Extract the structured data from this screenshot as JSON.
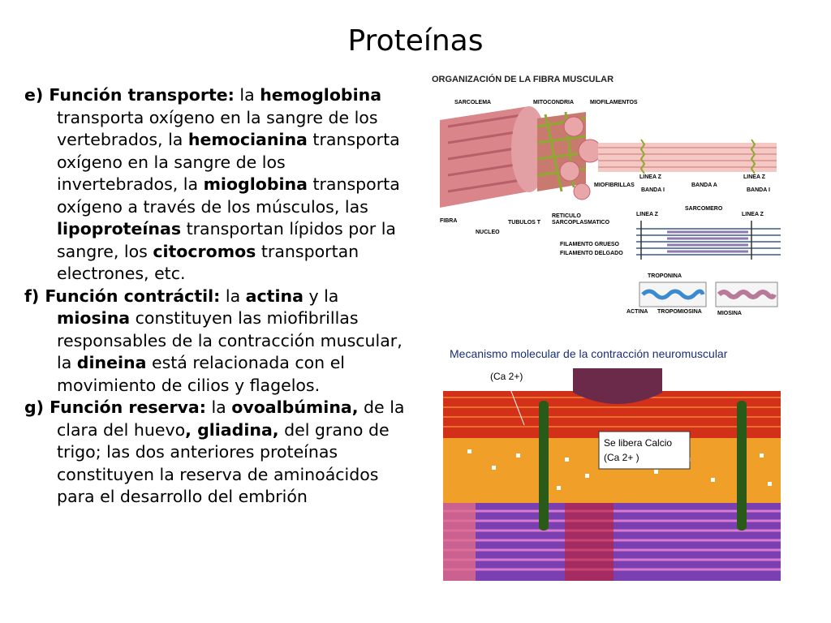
{
  "slide": {
    "title": "Proteínas",
    "paragraphs": {
      "e": {
        "heading": "e) Función transporte:",
        "t1": " la ",
        "b1": "hemoglobina",
        "t2": " transporta oxígeno en la sangre de los vertebrados, la ",
        "b2": "hemocianina",
        "t3": " transporta oxígeno en la sangre de los invertebrados, la ",
        "b3": "mioglobina",
        "t4": " transporta oxígeno a través de los músculos, las ",
        "b4": "lipoproteínas",
        "t5": " transportan lípidos por la sangre, los ",
        "b5": "citocromos",
        "t6": " transportan electrones, etc."
      },
      "f": {
        "heading": "f) Función contráctil:",
        "t1": " la ",
        "b1": "actina",
        "t2": " y la ",
        "b2": "miosina",
        "t3": " constituyen las miofibrillas responsables de la contracción muscular, la ",
        "b3": "dineina",
        "t4": " está relacionada con el movimiento de cilios y flagelos."
      },
      "g": {
        "heading": "g) Función reserva:",
        "t1": " la ",
        "b1": "ovoalbúmina,",
        "t2": " de la clara del huevo",
        "b2": ", gliadina,",
        "t3": " del grano de trigo; las dos anteriores proteínas constituyen la reserva de aminoácidos para el desarrollo del embrión"
      }
    }
  },
  "figure1": {
    "title": "ORGANIZACIÓN DE LA FIBRA MUSCULAR",
    "labels": {
      "sarcolema": "SARCOLEMA",
      "mitocondria": "MITOCONDRIA",
      "miofilamentos": "MIOFILAMENTOS",
      "lineaz1": "LINEA Z",
      "lineaz2": "LINEA Z",
      "bandaa": "BANDA A",
      "bandai1": "BANDA I",
      "bandai2": "BANDA I",
      "miofibrillas": "MIOFIBRILLAS",
      "sarcomero": "SARCOMERO",
      "lineaz3": "LINEA Z",
      "lineaz4": "LINEA Z",
      "fibra": "FIBRA",
      "tubulos": "TUBULOS T",
      "reticulo": "RETICULO",
      "sarcoplasmatico": "SARCOPLASMATICO",
      "nucleo": "NUCLEO",
      "grueso": "FILAMENTO GRUESO",
      "delgado": "FILAMENTO DELGADO",
      "troponina": "TROPONINA",
      "actina": "ACTINA",
      "tropomiosina": "TROPOMIOSINA",
      "miosina": "MIOSINA"
    }
  },
  "figure2": {
    "title": "Mecanismo molecular de la contracción neuromuscular",
    "ca_label": "(Ca 2+)",
    "box_line1": "Se libera Calcio",
    "box_line2": "(Ca 2+ )"
  },
  "colors": {
    "fig2_title": "#1a2e7a",
    "fiber_pink": "#d9858a",
    "fiber_green": "#8ea832",
    "muscle_orange": "#f0a028",
    "muscle_red": "#d23018",
    "muscle_purple": "#7a3fb0",
    "membrane_purple": "#6b2a4a"
  }
}
